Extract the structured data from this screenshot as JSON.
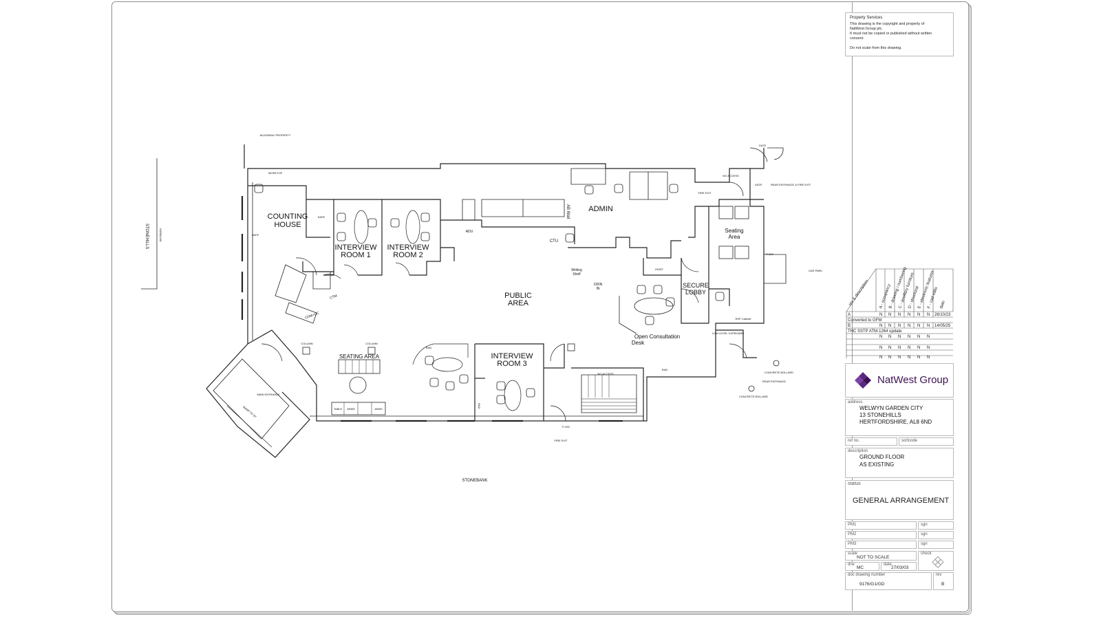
{
  "title_block": {
    "notes": {
      "heading": "Property Services",
      "line1": "This drawing is the copyright and property of",
      "line2": "NatWest Group plc.",
      "line3": "It must not be copied or published without written",
      "line4": "consent.",
      "line5": "Do not scale from this drawing."
    },
    "revision_headers": [
      "rev & description",
      "A - occupancy",
      "B - drawing / numbering",
      "C - ancillary furniture",
      "D - structural",
      "E - electronic features",
      "F - cad edits",
      "date"
    ],
    "revisions": [
      {
        "rev": "A",
        "flags": [
          "N",
          "N",
          "N",
          "N",
          "N",
          "N"
        ],
        "date": "26/10/23",
        "description": "Converted to GFM"
      },
      {
        "rev": "B",
        "flags": [
          "N",
          "N",
          "N",
          "N",
          "N",
          "N"
        ],
        "date": "14/05/25",
        "description": "THC SSTP ATM-1264 update"
      },
      {
        "rev": "",
        "flags": [
          "N",
          "N",
          "N",
          "N",
          "N",
          "N"
        ],
        "date": "",
        "description": ""
      },
      {
        "rev": "",
        "flags": [
          "N",
          "N",
          "N",
          "N",
          "N",
          "N"
        ],
        "date": "",
        "description": ""
      },
      {
        "rev": "",
        "flags": [
          "N",
          "N",
          "N",
          "N",
          "N",
          "N"
        ],
        "date": "",
        "description": ""
      }
    ],
    "logo_text": "NatWest Group",
    "address_label": "address",
    "address_line1": "WELWYN GARDEN CITY",
    "address_line2": "13 STONEHILLS",
    "address_line3": "HERTFORDSHIRE, AL8 6ND",
    "ref_label": "ref no.",
    "sortcode_label": "sortcode",
    "description_label": "description",
    "description_line1": "GROUND FLOOR",
    "description_line2": "AS EXISTING",
    "status_label": "status",
    "status_value": "GENERAL ARRANGEMENT",
    "pm_labels": [
      "PM1",
      "PM2",
      "PM3"
    ],
    "sign_label": "sgn",
    "scale_label": "scale",
    "scale_value": "NOT TO SCALE",
    "drawn_label": "drw",
    "drawn_value": "MC",
    "date_label": "date",
    "date_value": "27/03/03",
    "drawing_number_label": "doc drawing number",
    "drawing_number": "9176/G1/GD",
    "rev_label": "rev",
    "rev_value": "B",
    "check_label": "check"
  },
  "plan": {
    "street_left": "STONEHILLS",
    "street_left_b": "KERBLINE",
    "street_bottom": "STONEBANK",
    "adjoining": "ADJOINING PROPERTY",
    "gate1": "GATE",
    "gate2": "GATE",
    "rear_entrance": "REAR ENTRANCE & FIRE EXIT",
    "no_access1": "NO ACCESS",
    "no_access2": "NO ACCESS",
    "fire_exit1": "FIRE EXIT",
    "fire_exit2": "FIRE EXIT",
    "car_park": "CAR PARK",
    "worktop": "WORKTOP",
    "counting_house_1": "COUNTING",
    "counting_house_2": "HOUSE",
    "safe1": "SAFE",
    "safe2": "SAFE",
    "interview1_1": "INTERVIEW",
    "interview1_2": "ROOM 1",
    "interview2_1": "INTERVIEW",
    "interview2_2": "ROOM 2",
    "interview3_1": "INTERVIEW",
    "interview3_2": "ROOM 3",
    "adu": "ADU",
    "ab_wall": "AB Wall",
    "admin": "ADMIN",
    "ctu": "CTU",
    "writing_shelf_1": "Writing",
    "writing_shelf_2": "Shelf",
    "odin_1": "ODIN",
    "odin_2": "IN",
    "public_area_1": "PUBLIC",
    "public_area_2": "AREA",
    "secure_lobby_1": "SECURE",
    "secure_lobby_2": "LOBBY",
    "seating_area_small_1": "Seating",
    "seating_area_small_2": "Area",
    "hoist": "HOIST",
    "rsp_cabinet": "RSP Cabinet",
    "open_consult_1": "Open Consultation",
    "open_consult_2": "Desk",
    "cdm_cc": "CDM+CC",
    "ctm": "CTM",
    "column1": "COLUMN",
    "column2": "COLUMN",
    "seating_area_main": "SEATING AREA",
    "table": "TABLE",
    "arms1": "ARMS",
    "arms2": "ARMS",
    "main_entrance": "MAIN ENTRANCE",
    "ramp": "RAMP TO ST",
    "low_level_cupboard": "LOW LEVEL CUPBOARD",
    "concrete_bollard1": "CONCRETE BOLLARD",
    "concrete_bollard2": "CONCRETE BOLLARD",
    "rear_entrance2": "REAR ENTRANCE",
    "rad1": "RAD",
    "rad2": "RAD",
    "rad3": "RAD",
    "ti200": "TI 200",
    "ti200b": "TI 200"
  }
}
